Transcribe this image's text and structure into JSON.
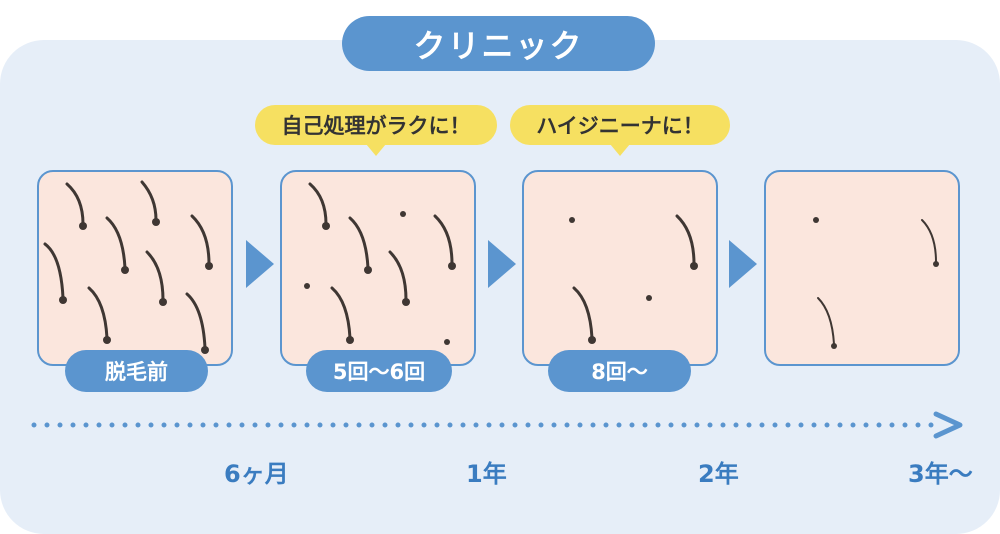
{
  "title": "クリニック",
  "bubbles": [
    {
      "text": "自己処理がラクに！"
    },
    {
      "text": "ハイジニーナに！"
    }
  ],
  "stages": [
    {
      "label": "脱毛前"
    },
    {
      "label": "5回〜6回"
    },
    {
      "label": "8回〜"
    },
    {
      "label": ""
    }
  ],
  "timeline": {
    "ticks": [
      "6ヶ月",
      "1年",
      "2年",
      "3年〜"
    ]
  },
  "colors": {
    "accent": "#5b95cf",
    "panel": "#e6eef8",
    "bubble": "#f6e061",
    "skin": "#fbe6dd",
    "hair": "#3f3733",
    "tick_text": "#3a7cc0"
  }
}
